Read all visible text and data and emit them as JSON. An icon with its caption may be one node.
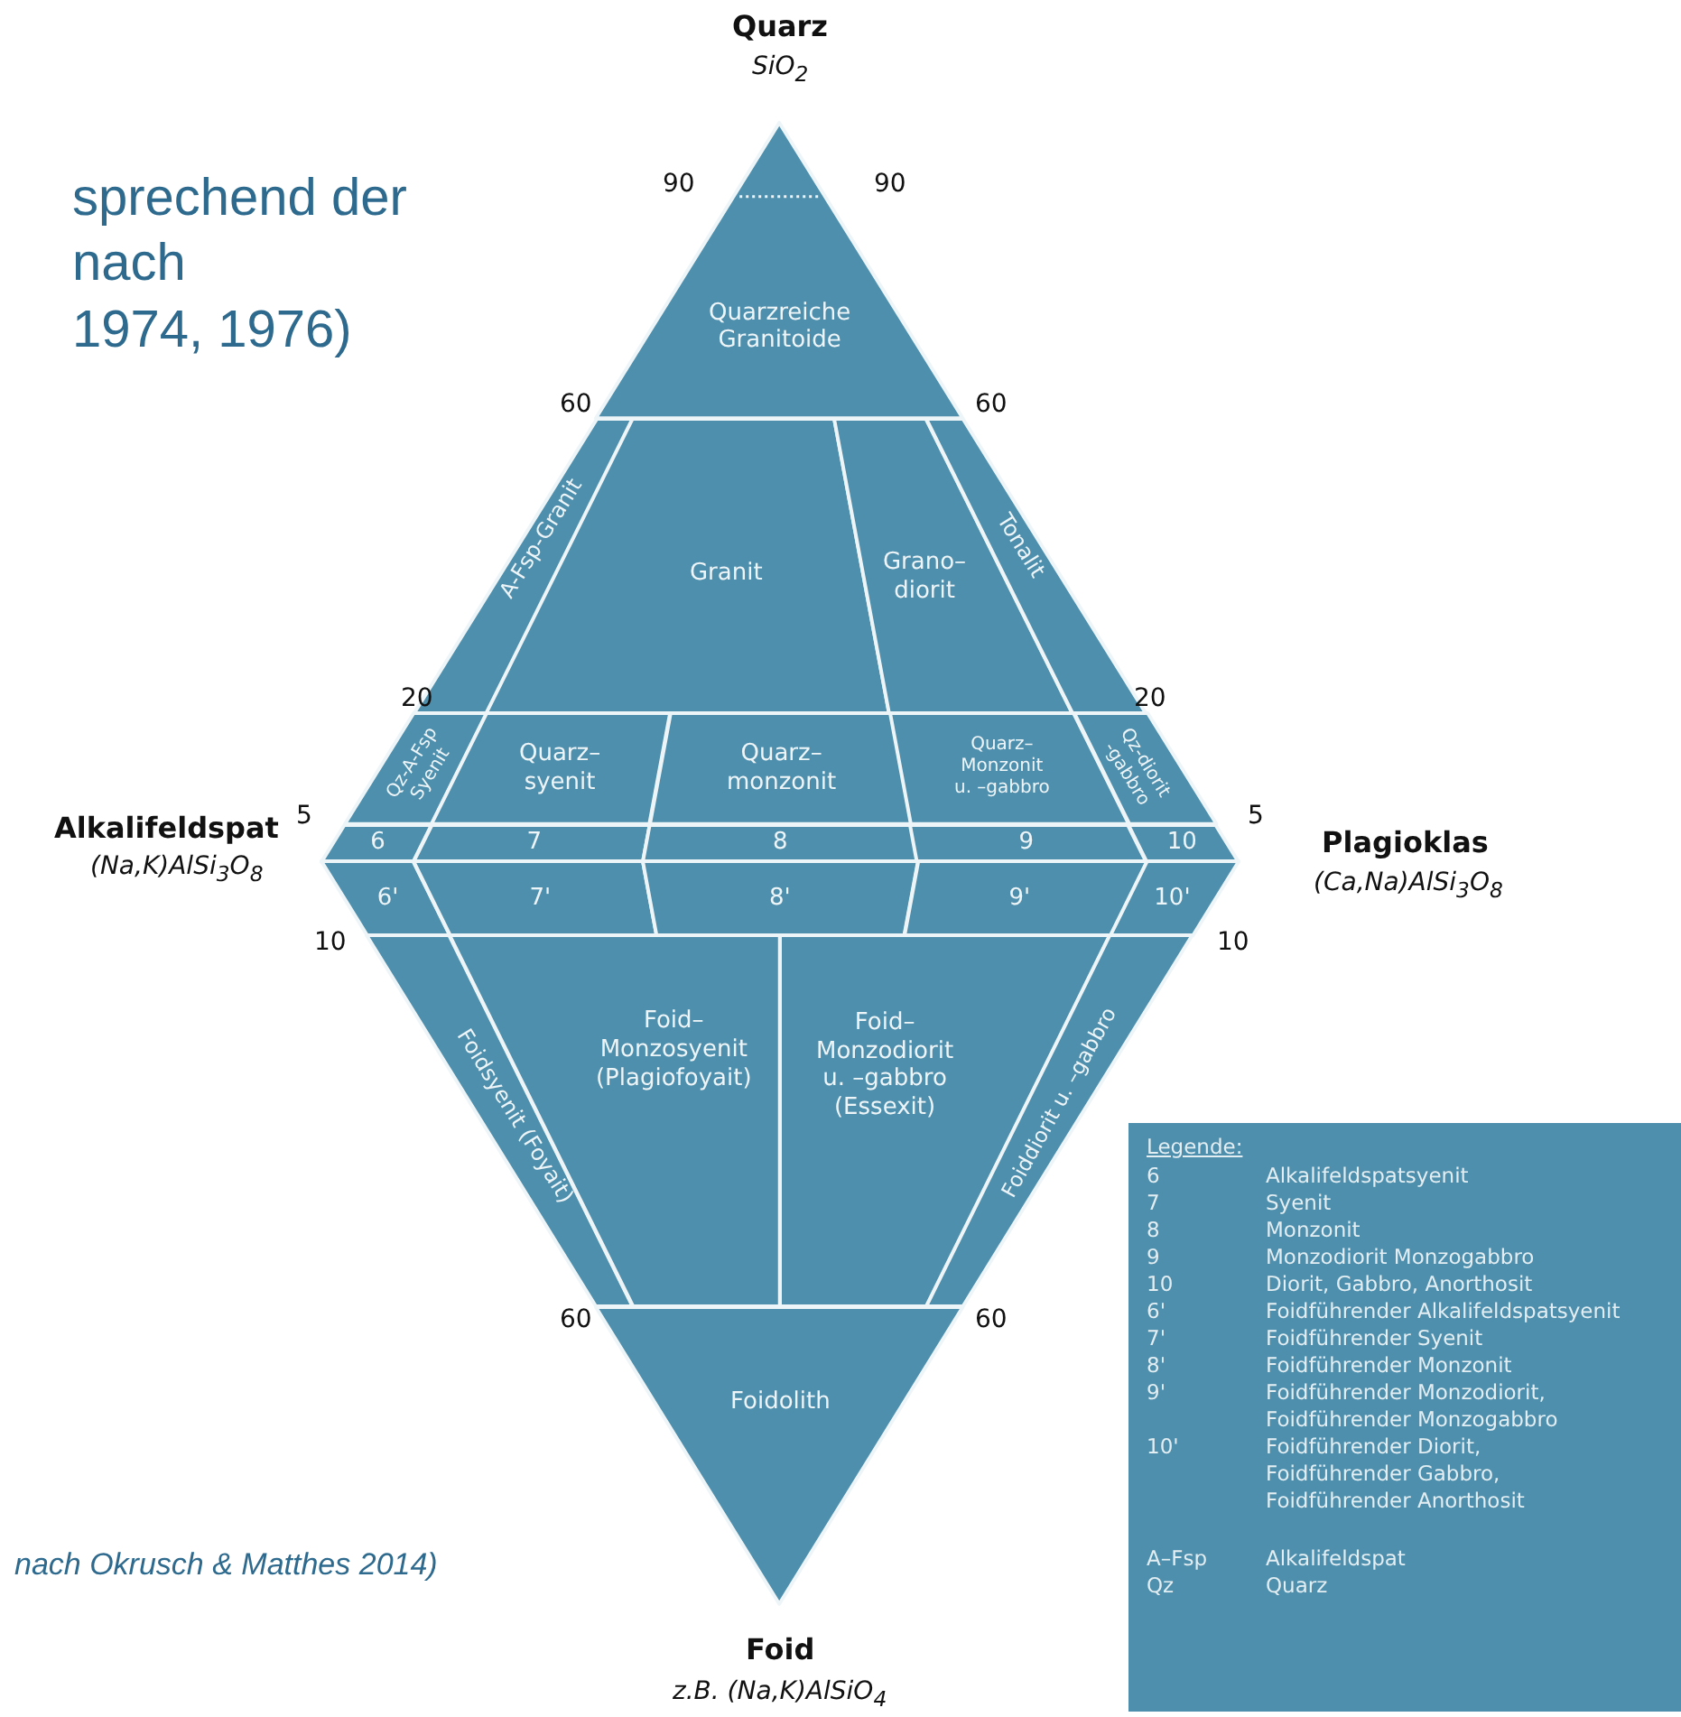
{
  "diagram": {
    "title": "sprechend der nach 1974, 1976)",
    "caption": "nach Okrusch & Matthes 2014)",
    "nodes": [
      {
        "text": [
          "Quarzreiche Granitoide"
        ]
      },
      {
        "text": [
          "A-Fsp-Granit"
        ]
      },
      {
        "text": [
          "Granit"
        ]
      },
      {
        "text": [
          "Grano– diorit"
        ]
      },
      {
        "text": [
          "Tonalit"
        ]
      },
      {
        "text": [
          "Qz-A-Fsp Syenit"
        ]
      },
      {
        "text": [
          "Quarz– syenit"
        ]
      },
      {
        "text": [
          "Quarz– monzonit"
        ]
      },
      {
        "text": [
          "Quarz– Monzonit u. –gabbro"
        ]
      },
      {
        "text": [
          "Qz-diorit -gabbro"
        ]
      },
      {
        "text": [
          "6"
        ]
      },
      {
        "text": [
          "7"
        ]
      },
      {
        "text": [
          "8"
        ]
      },
      {
        "text": [
          "9"
        ]
      },
      {
        "text": [
          "10"
        ]
      },
      {
        "text": [
          "6'"
        ]
      },
      {
        "text": [
          "7'"
        ]
      },
      {
        "text": [
          "8'"
        ]
      },
      {
        "text": [
          "9'"
        ]
      },
      {
        "text": [
          "10'"
        ]
      },
      {
        "text": [
          "Foidsyenit (Foyait)"
        ]
      },
      {
        "text": [
          "Foid– Monzosyenit (Plagiofoyait)"
        ]
      },
      {
        "text": [
          "Foid– Monzodiorit u. –gabbro (Essexit)"
        ]
      },
      {
        "text": [
          "Foiddiorit u. –gabbro"
        ]
      },
      {
        "text": [
          "Foidolith"
        ]
      }
    ],
    "edges": [],
    "labels": [
      "Quarz",
      "SiO$_{2}$",
      "Alkalifeldspat",
      "(Na,K)AlSi$_{3}$O$_{8}$",
      "Plagioklas",
      "(Ca,Na)AlSi$_{3}$O$_{8}$",
      "Foid",
      "z.B. (Na,K)AlSiO$_{4}$",
      "90",
      "90",
      "60",
      "60",
      "20",
      "20",
      "5",
      "5",
      "10",
      "10",
      "60",
      "60",
      "Legende:",
      "6",
      "Alkalifeldspatsyenit",
      "7",
      "Syenit",
      "8",
      "Monzonit",
      "9",
      "Monzodiorit Monzogabbro",
      "10",
      "Diorit, Gabbro, Anorthosit",
      "6'",
      "Foidführender Alkalifeldspatsyenit",
      "7'",
      "Foidführender Syenit",
      "8'",
      "Foidführender Monzonit",
      "9'",
      "Foidführender Monzodiorit, Foidführender Monzogabbro",
      "10'",
      "Foidführender Diorit, Foidführender Gabbro, Foidführender Anorthosit",
      "A–Fsp",
      "Alkalifeldspat",
      "Qz",
      "Quarz"
    ]
  }
}
